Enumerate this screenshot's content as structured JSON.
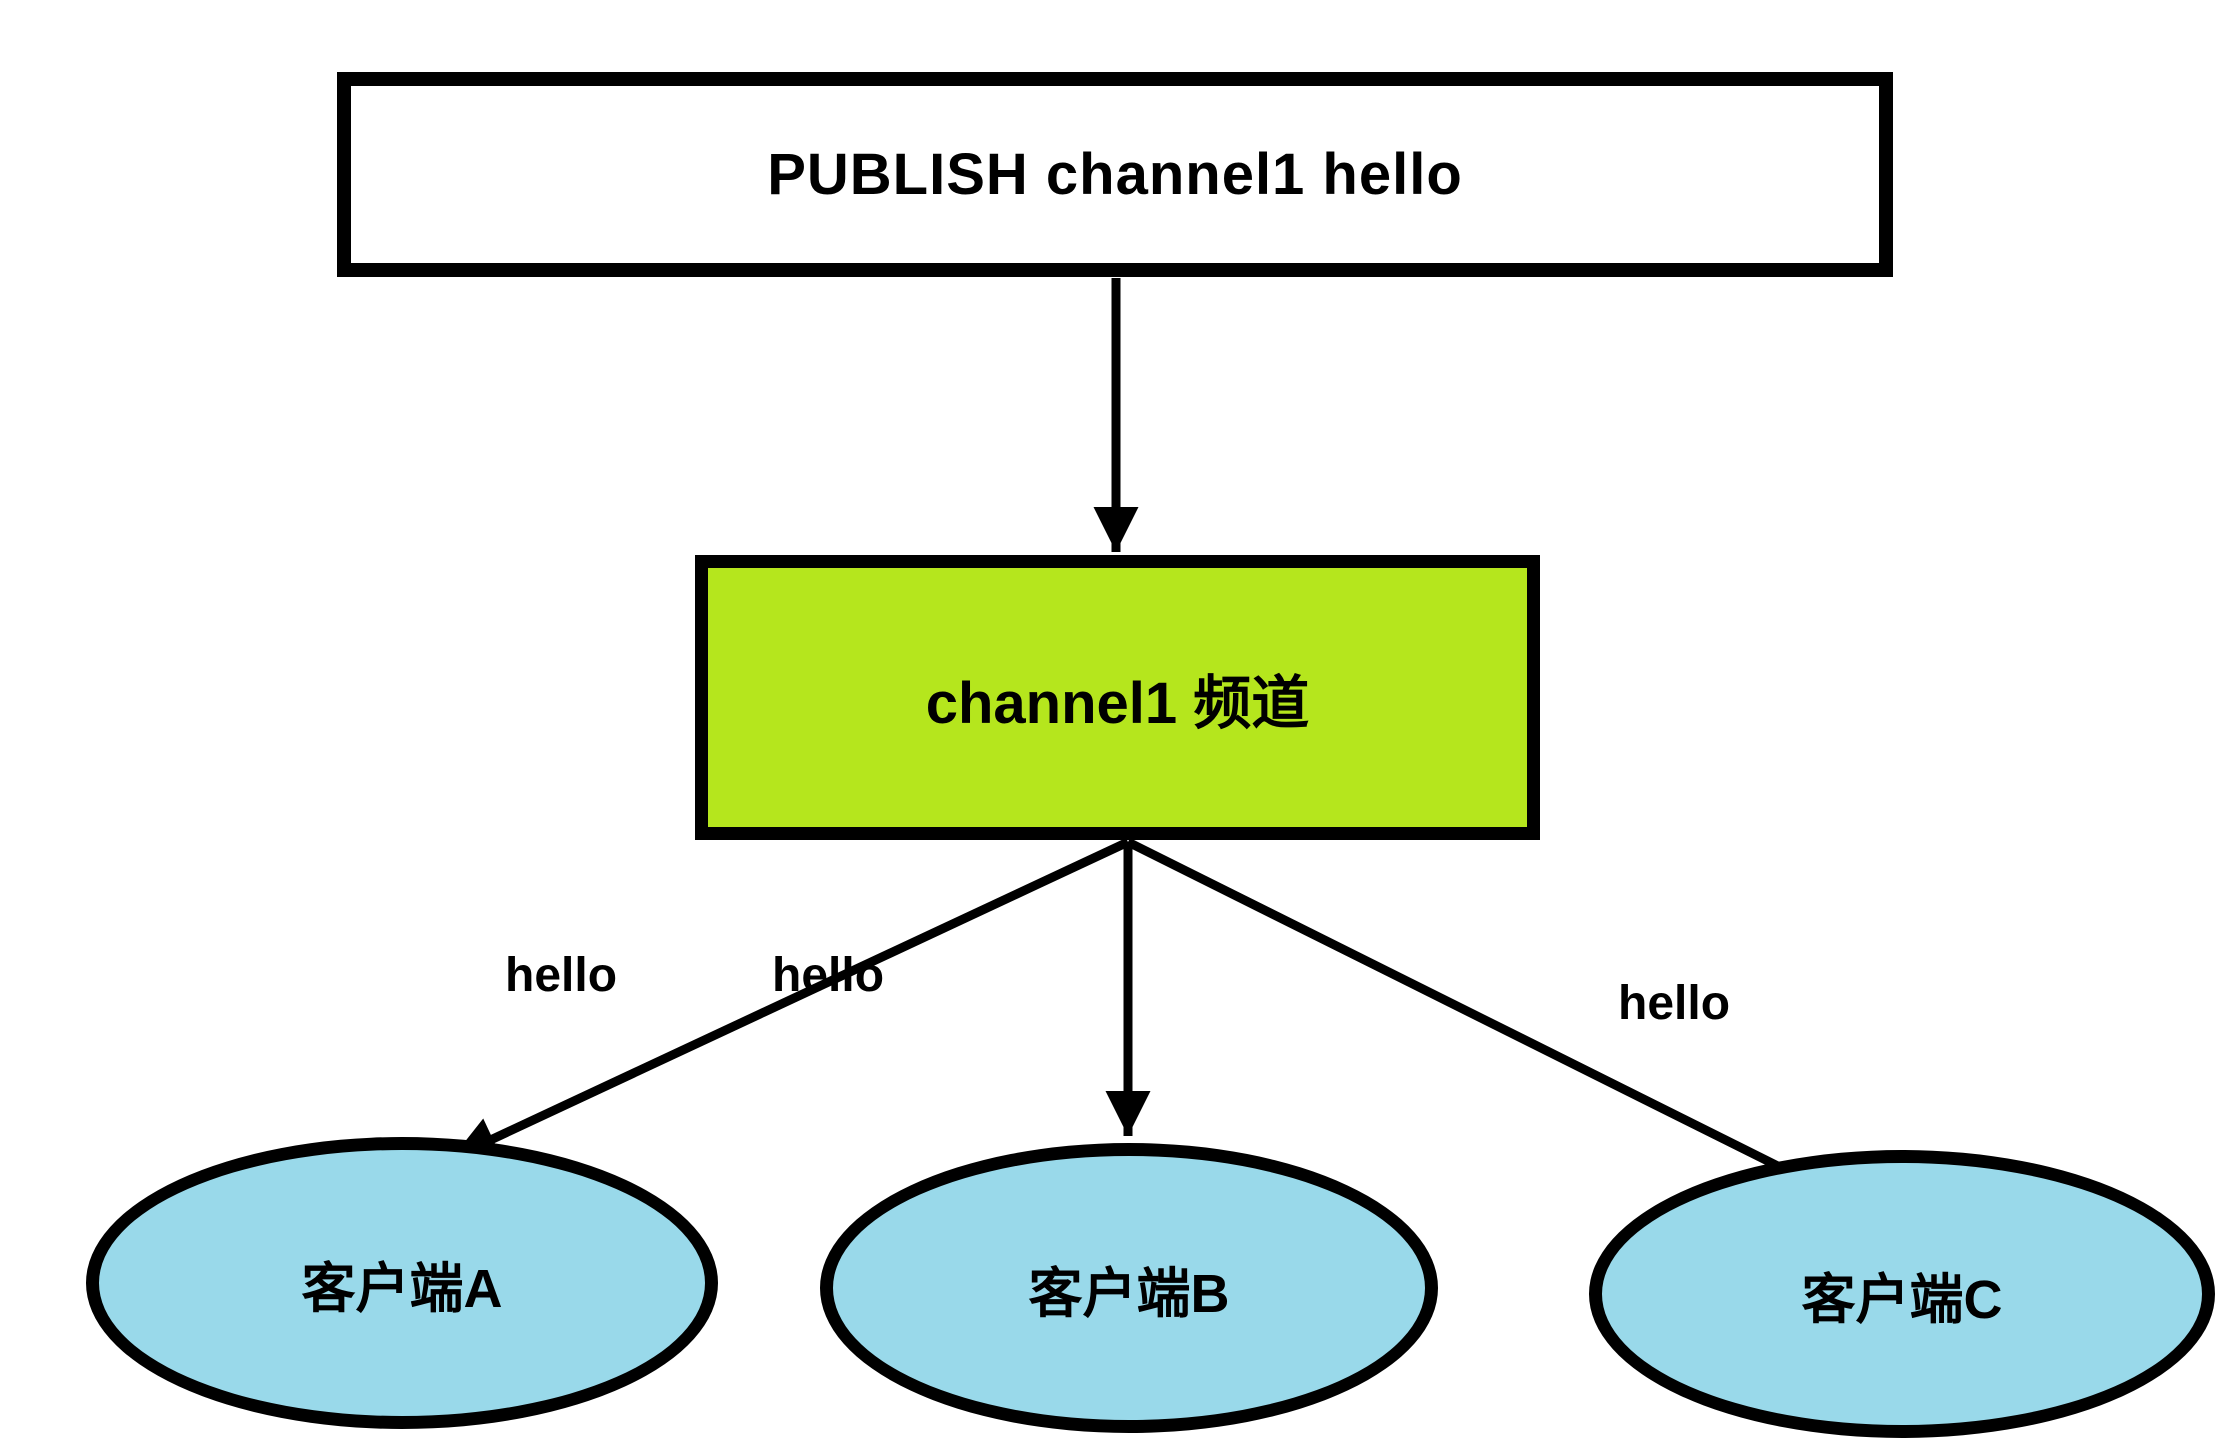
{
  "diagram": {
    "title_implicit": "Redis publish/subscribe channel fan-out diagram",
    "publisher_box": {
      "label": "PUBLISH channel1 hello",
      "fill": "#ffffff"
    },
    "channel_box": {
      "label": "channel1 频道",
      "fill": "#b5e61d"
    },
    "clients": [
      {
        "label": "客户端A"
      },
      {
        "label": "客户端B"
      },
      {
        "label": "客户端C"
      }
    ],
    "client_fill": "#99d9ea",
    "message_labels": [
      {
        "label": "hello"
      },
      {
        "label": "hello"
      },
      {
        "label": "hello"
      }
    ],
    "colors": {
      "line": "#000000",
      "border": "#000000",
      "background": "#ffffff"
    }
  }
}
